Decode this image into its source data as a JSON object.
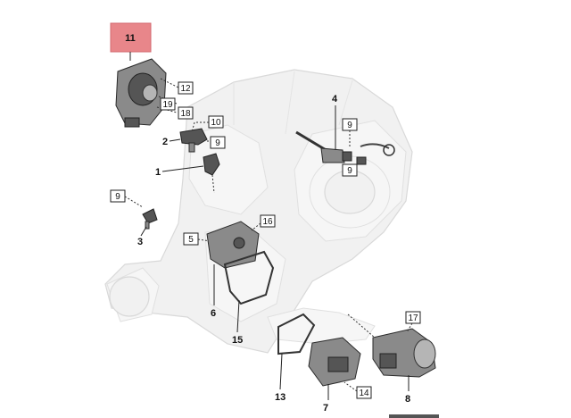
{
  "diagram": {
    "highlight_color": "#e8868a",
    "callouts": {
      "c1": "1",
      "c2": "2",
      "c3": "3",
      "c4": "4",
      "c5": "5",
      "c6": "6",
      "c7": "7",
      "c8": "8",
      "c9a": "9",
      "c9b": "9",
      "c9c": "9",
      "c9d": "9",
      "c10": "10",
      "c11": "11",
      "c12": "12",
      "c13": "13",
      "c14": "14",
      "c15": "15",
      "c16": "16",
      "c17": "17",
      "c18": "18",
      "c19": "19"
    }
  }
}
